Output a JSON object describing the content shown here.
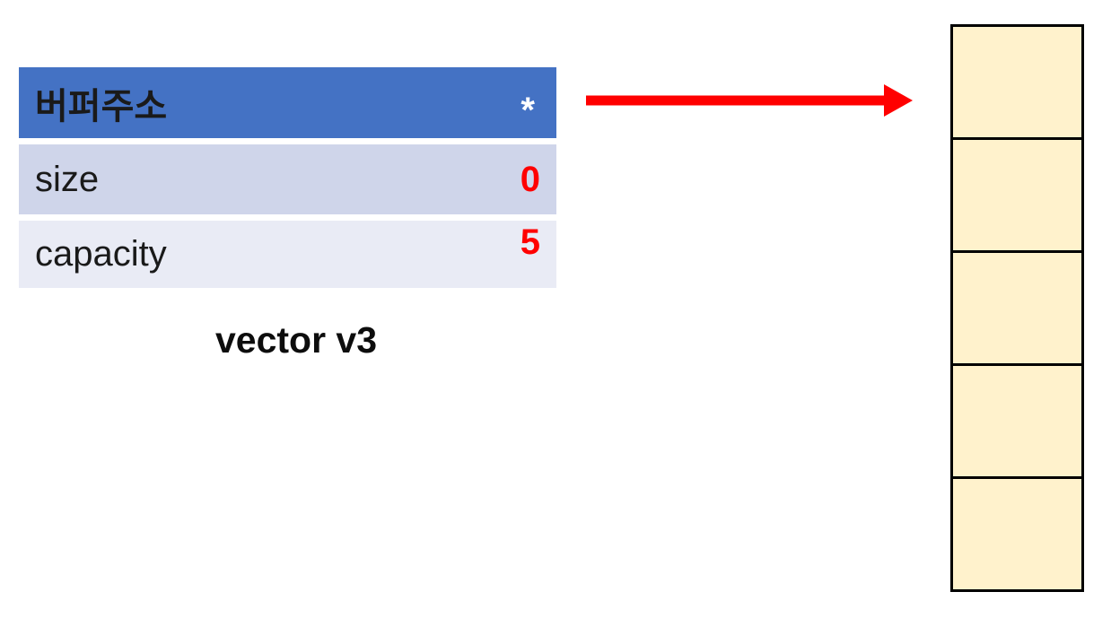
{
  "struct": {
    "header": {
      "label": "버퍼주소",
      "value": "*"
    },
    "rows": [
      {
        "label": "size",
        "value": "0"
      },
      {
        "label": "capacity",
        "value": "5"
      }
    ],
    "caption": "vector v3"
  },
  "arrow": {
    "name": "pointer-arrow",
    "direction": "right",
    "color": "#FF0000"
  },
  "memory": {
    "cell_count": 5,
    "cells": [
      "",
      "",
      "",
      "",
      ""
    ],
    "cell_fill": "#FFF2CC",
    "cell_border": "#000000"
  },
  "colors": {
    "header_bg": "#4472C4",
    "header_text": "#FFFFFF",
    "row_odd_bg": "#CFD5EA",
    "row_even_bg": "#E9EBF5",
    "value_text": "#FF0000",
    "background": "#FFFFFF"
  }
}
